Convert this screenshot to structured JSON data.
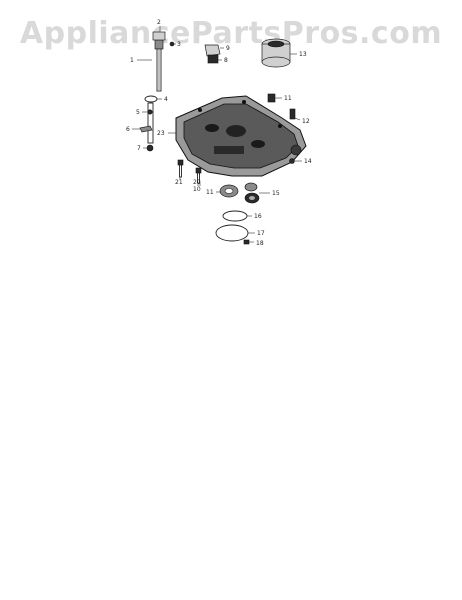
{
  "watermark": "AppliancePartsPros.com",
  "callouts": [
    {
      "id": "c1",
      "label": "1"
    },
    {
      "id": "c2",
      "label": "2"
    },
    {
      "id": "c3",
      "label": "3"
    },
    {
      "id": "c4",
      "label": "4"
    },
    {
      "id": "c5",
      "label": "5"
    },
    {
      "id": "c6",
      "label": "6"
    },
    {
      "id": "c7",
      "label": "7"
    },
    {
      "id": "c8",
      "label": "8"
    },
    {
      "id": "c9",
      "label": "9"
    },
    {
      "id": "c10",
      "label": "10"
    },
    {
      "id": "c11a",
      "label": "11"
    },
    {
      "id": "c11b",
      "label": "11"
    },
    {
      "id": "c12",
      "label": "12"
    },
    {
      "id": "c13",
      "label": "13"
    },
    {
      "id": "c14",
      "label": "14"
    },
    {
      "id": "c15",
      "label": "15"
    },
    {
      "id": "c16",
      "label": "16"
    },
    {
      "id": "c17",
      "label": "17"
    },
    {
      "id": "c18",
      "label": "18"
    },
    {
      "id": "c20",
      "label": "20"
    },
    {
      "id": "c21",
      "label": "21"
    },
    {
      "id": "c23",
      "label": "23"
    }
  ]
}
